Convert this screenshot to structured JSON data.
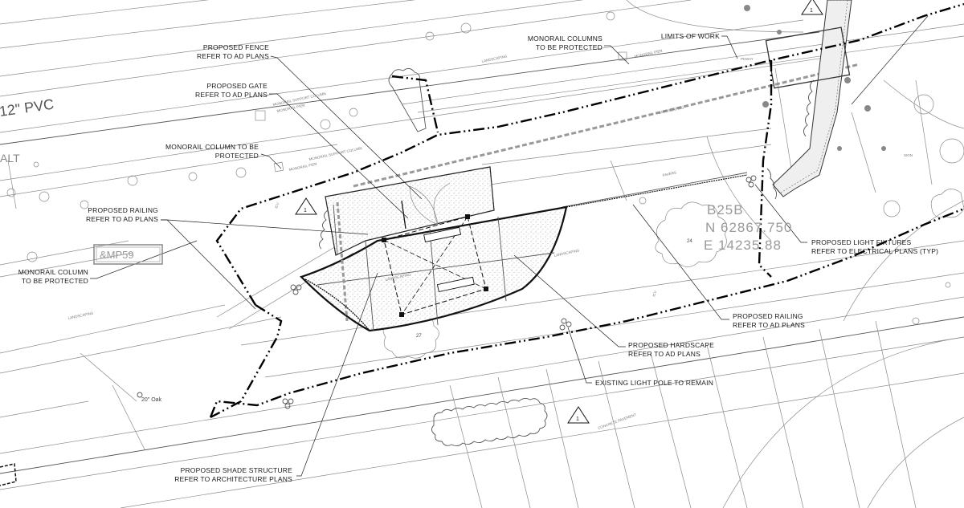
{
  "callouts": {
    "fence": [
      "PROPOSED FENCE",
      "REFER TO AD PLANS"
    ],
    "gate": [
      "PROPOSED GATE",
      "REFER TO AD PLANS"
    ],
    "monorail_column_top": [
      "MONORAIL COLUMN TO BE",
      "PROTECTED"
    ],
    "railing_left": [
      "PROPOSED RAILING",
      "REFER TO AD PLANS"
    ],
    "monorail_column_left": [
      "MONORAIL COLUMN",
      "TO BE PROTECTED"
    ],
    "monorail_columns_top": [
      "MONORAIL COLUMNS",
      "TO BE PROTECTED"
    ],
    "limits_of_work": "LIMITS OF WORK",
    "light_fixtures": [
      "PROPOSED LIGHT FIXTURES",
      "REFER TO ELECTRICAL PLANS (TYP)"
    ],
    "railing_right": [
      "PROPOSED RAILING",
      "REFER TO AD PLANS"
    ],
    "hardscape": [
      "PROPOSED HARDSCAPE",
      "REFER TO AD PLANS"
    ],
    "light_pole": "EXISTING LIGHT POLE TO REMAIN",
    "shade_structure": [
      "PROPOSED SHADE STRUCTURE",
      "REFER TO ARCHITECTURE PLANS"
    ]
  },
  "survey": {
    "point_name": "B25B",
    "northing": "N 62867.750",
    "easting": "E 14235.88"
  },
  "pipe_label": "12\" PVC",
  "boxed_label": "&MP59",
  "partial_label": "ALT",
  "revision_marker": "1",
  "tree_labels": {
    "t20": "20\" Oak",
    "t27": "27",
    "t24": "24"
  },
  "site_labels": {
    "landscaping": "LANDSCAPING",
    "monorail_support_column": "MONORAIL SUPPORT COLUMN",
    "monorail_pier": "MONORAIL PIER",
    "pavers": "PAVERS",
    "concrete_pavement": "CONCRETE PAVEMENT",
    "sign": "SIGN",
    "icv": "ICV",
    "pkway": "PKWAY"
  }
}
